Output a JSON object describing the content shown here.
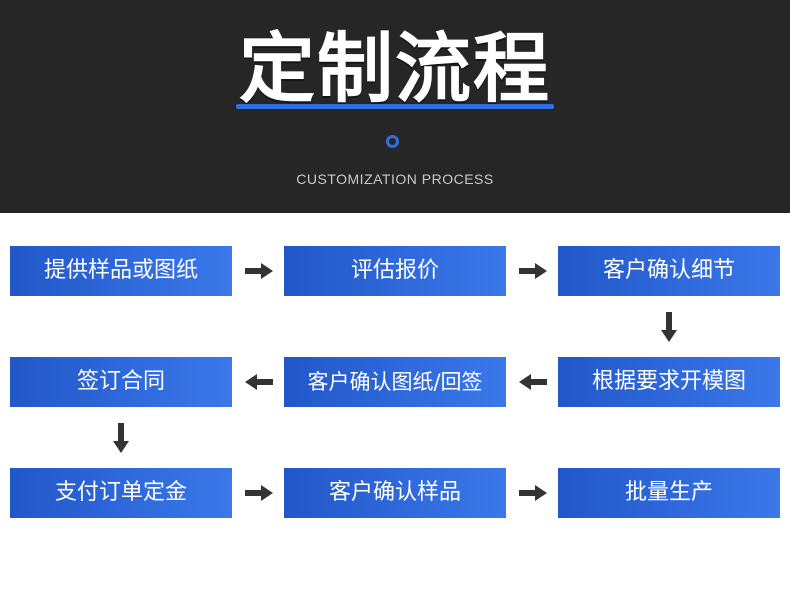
{
  "header": {
    "title": "定制流程",
    "subtitle": "CUSTOMIZATION PROCESS"
  },
  "steps": [
    "提供样品或图纸",
    "评估报价",
    "客户确认细节",
    "根据要求开模图",
    "客户确认图纸/回签",
    "签订合同",
    "支付订单定金",
    "客户确认样品",
    "批量生产"
  ],
  "colors": {
    "header_bg": "#262626",
    "accent": "#2f6fe0",
    "box_start": "#2257c9",
    "box_end": "#3a78ea",
    "arrow": "#333333"
  }
}
